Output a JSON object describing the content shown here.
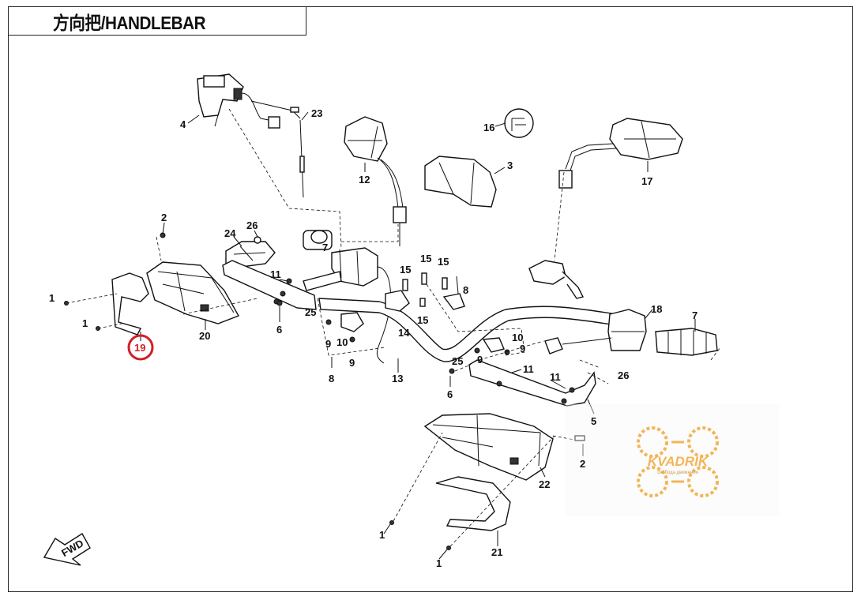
{
  "title": "方向把/HANDLEBAR",
  "highlight": {
    "label": "19",
    "color": "#d21f26"
  },
  "fwd_label": "FWD",
  "watermark": {
    "text": "KVADRIK",
    "tagline": "свобода движения",
    "color": "#f2a93b"
  },
  "callouts": {
    "c1": "1",
    "c2": "1",
    "c3": "1",
    "c4": "1",
    "c5": "2",
    "c6": "2",
    "c7": "3",
    "c8": "4",
    "c9": "5",
    "c10": "6",
    "c11": "6",
    "c12": "7",
    "c13": "7",
    "c14": "8",
    "c15": "8",
    "c16": "9",
    "c17": "9",
    "c18": "9",
    "c19": "9",
    "c20": "10",
    "c21": "10",
    "c22": "11",
    "c23": "11",
    "c24": "11",
    "c25": "12",
    "c26": "13",
    "c27": "14",
    "c28": "15",
    "c29": "15",
    "c30": "15",
    "c31": "15",
    "c32": "16",
    "c33": "17",
    "c34": "18",
    "c35": "20",
    "c36": "21",
    "c37": "22",
    "c38": "23",
    "c39": "24",
    "c40": "25",
    "c41": "25",
    "c42": "26",
    "c43": "26"
  }
}
